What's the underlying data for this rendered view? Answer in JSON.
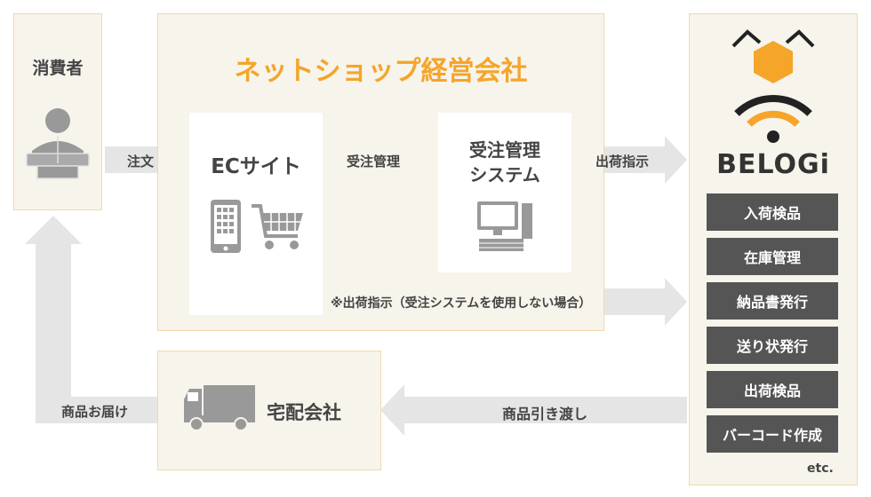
{
  "consumer": {
    "label": "消費者"
  },
  "shop": {
    "title": "ネットショップ経営会社",
    "ec_site": "ECサイト",
    "order_system_line1": "受注管理",
    "order_system_line2": "システム"
  },
  "arrows": {
    "order": "注文",
    "order_management": "受注管理",
    "shipping_instruction": "出荷指示",
    "shipping_instruction_note": "※出荷指示（受注システムを使用しない場合）",
    "handover": "商品引き渡し",
    "delivery": "商品お届け"
  },
  "carrier": {
    "label": "宅配会社"
  },
  "belogi": {
    "logo_text": "BELOGi",
    "functions": [
      "入荷検品",
      "在庫管理",
      "納品書発行",
      "送り状発行",
      "出荷検品",
      "バーコード作成"
    ],
    "etc": "etc."
  },
  "colors": {
    "accent": "#f5a52a",
    "box_bg": "#f7f4ec",
    "box_border": "#f3d9a8",
    "arrow": "#e5e5e5",
    "dark": "#555555"
  },
  "icons": [
    "person-icon",
    "smartphone-icon",
    "cart-icon",
    "computer-icon",
    "truck-icon",
    "belogi-logo-icon"
  ]
}
